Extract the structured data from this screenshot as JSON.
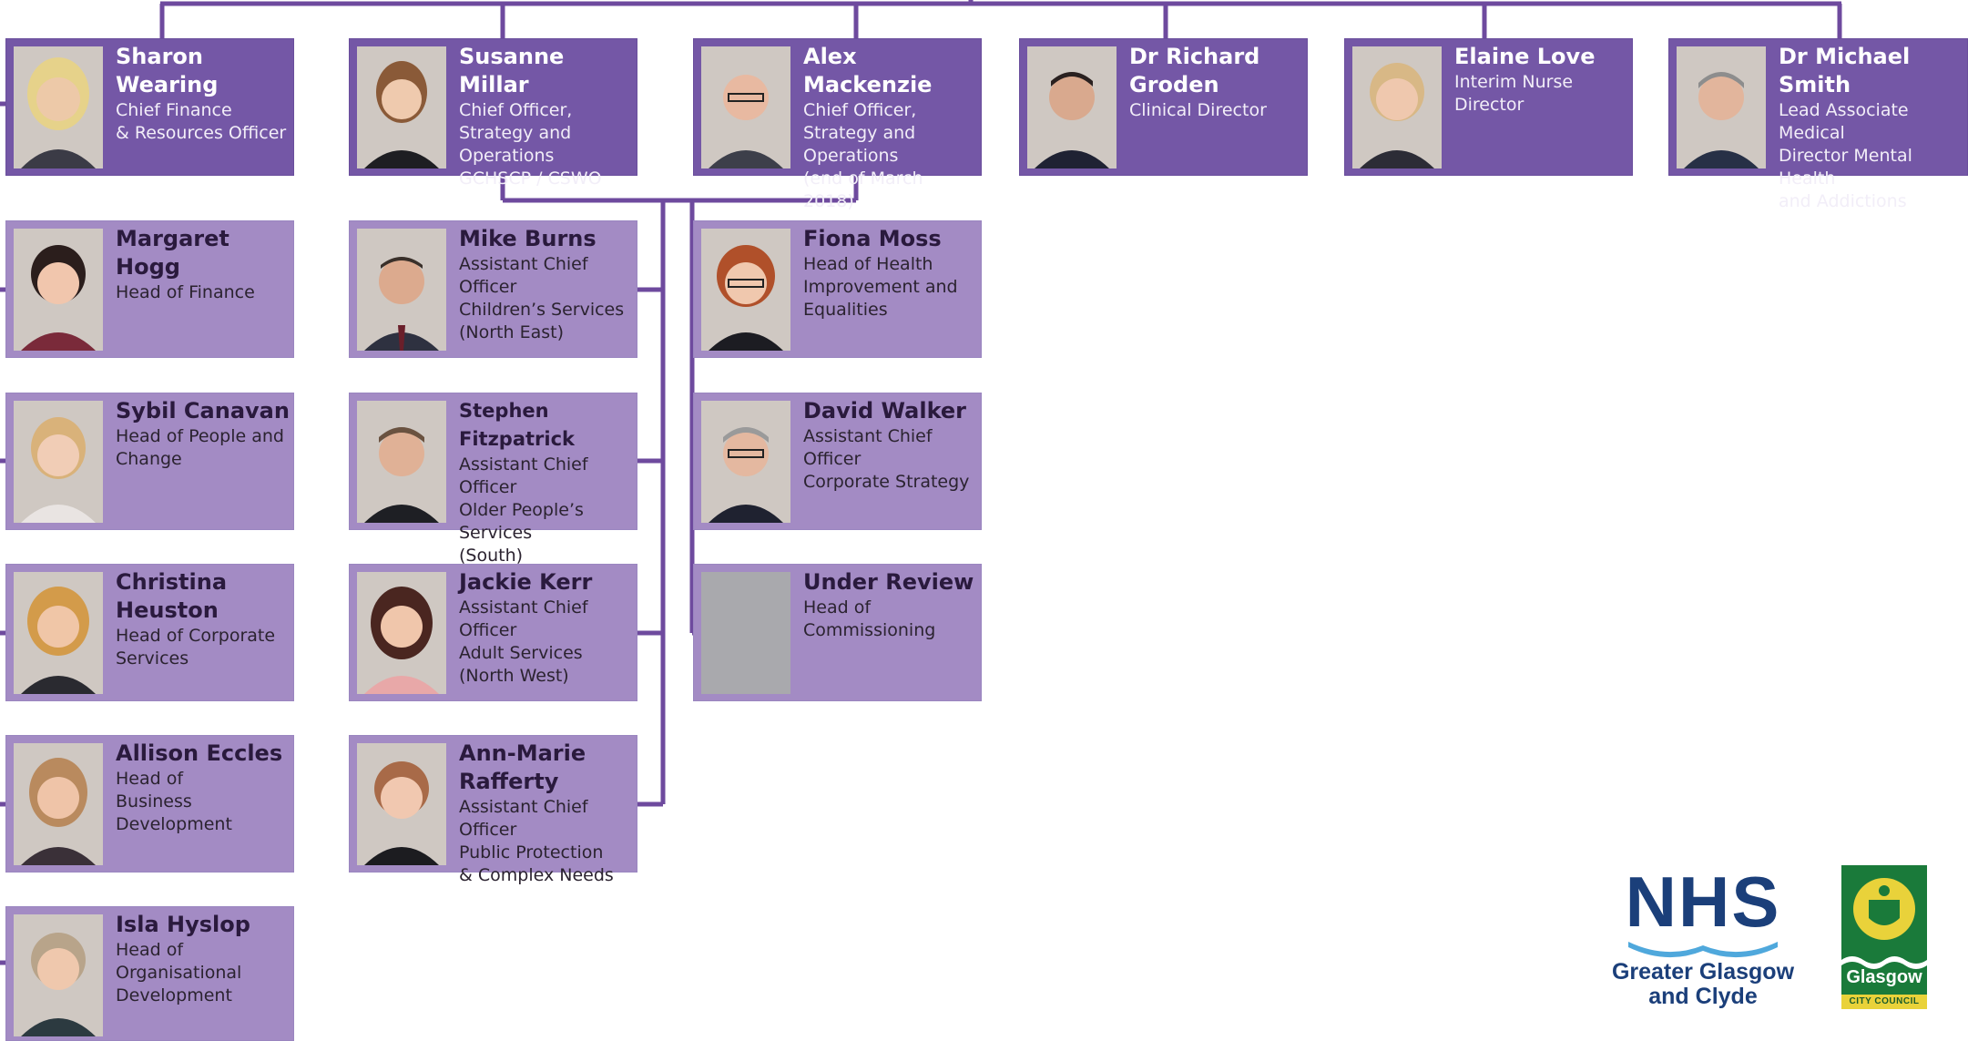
{
  "colors": {
    "top_card": "#7457a6",
    "sub_card": "#a38bc4",
    "connector": "#6e4a9e",
    "nhs_blue": "#1b3f7a",
    "council_green": "#1a7a3a"
  },
  "top_row": [
    {
      "name": "Sharon Wearing",
      "role": "Chief Finance\n& Resources Officer"
    },
    {
      "name": "Susanne Millar",
      "role": "Chief Officer,\nStrategy and\nOperations\n GCHSCP / CSWO"
    },
    {
      "name": "Alex Mackenzie",
      "role": "Chief Officer,\nStrategy and\nOperations\n(end of March 2018)"
    },
    {
      "name": "Dr Richard\nGroden",
      "role": "Clinical Director"
    },
    {
      "name": "Elaine Love",
      "role": "Interim Nurse\nDirector"
    },
    {
      "name": "Dr Michael Smith",
      "role": "Lead Associate Medical\nDirector Mental Health\nand Addictions"
    }
  ],
  "col1": [
    {
      "name": "Margaret Hogg",
      "role": "Head of Finance"
    },
    {
      "name": "Sybil Canavan",
      "role": "Head of People and\nChange"
    },
    {
      "name": "Christina\nHeuston",
      "role": "Head of Corporate\nServices"
    },
    {
      "name": "Allison Eccles",
      "role": "Head of\nBusiness\nDevelopment"
    },
    {
      "name": "Isla Hyslop",
      "role": "Head of\nOrganisational\nDevelopment"
    }
  ],
  "col2": [
    {
      "name": "Mike Burns",
      "role": "Assistant Chief Officer\nChildren’s Services\n(North East)"
    },
    {
      "name": "Stephen Fitzpatrick",
      "role": "Assistant Chief Officer\nOlder People’s\nServices\n(South)"
    },
    {
      "name": "Jackie Kerr",
      "role": "Assistant Chief Officer\nAdult Services\n(North West)"
    },
    {
      "name": "Ann-Marie\nRafferty",
      "role": "Assistant Chief Officer\nPublic Protection\n& Complex Needs"
    }
  ],
  "col3": [
    {
      "name": "Fiona Moss",
      "role": "Head of Health\nImprovement and\nEqualities"
    },
    {
      "name": "David Walker",
      "role": "Assistant Chief Officer\nCorporate Strategy"
    },
    {
      "name": "Under Review",
      "role": "Head of\nCommissioning"
    }
  ],
  "logos": {
    "nhs": {
      "word": "NHS",
      "sub": "Greater Glasgow\nand Clyde"
    },
    "council": {
      "word": "Glasgow",
      "band": "CITY COUNCIL"
    }
  }
}
